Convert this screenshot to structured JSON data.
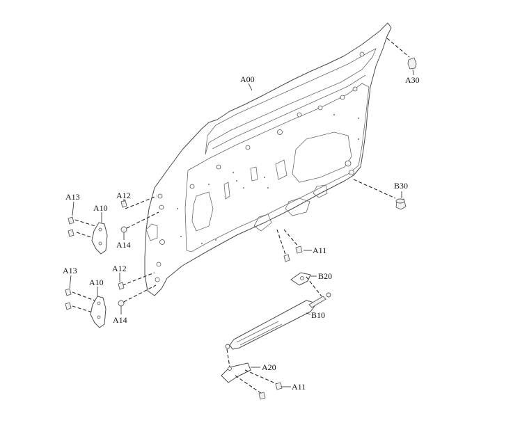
{
  "callouts": {
    "A00": "A00",
    "A30": "A30",
    "B30": "B30",
    "A13_upper": "A13",
    "A12_upper": "A12",
    "A10_upper": "A10",
    "A14_upper": "A14",
    "A13_lower": "A13",
    "A12_lower": "A12",
    "A10_lower": "A10",
    "A14_lower": "A14",
    "A11_upper": "A11",
    "B20": "B20",
    "B10": "B10",
    "A20": "A20",
    "A11_lower": "A11"
  }
}
